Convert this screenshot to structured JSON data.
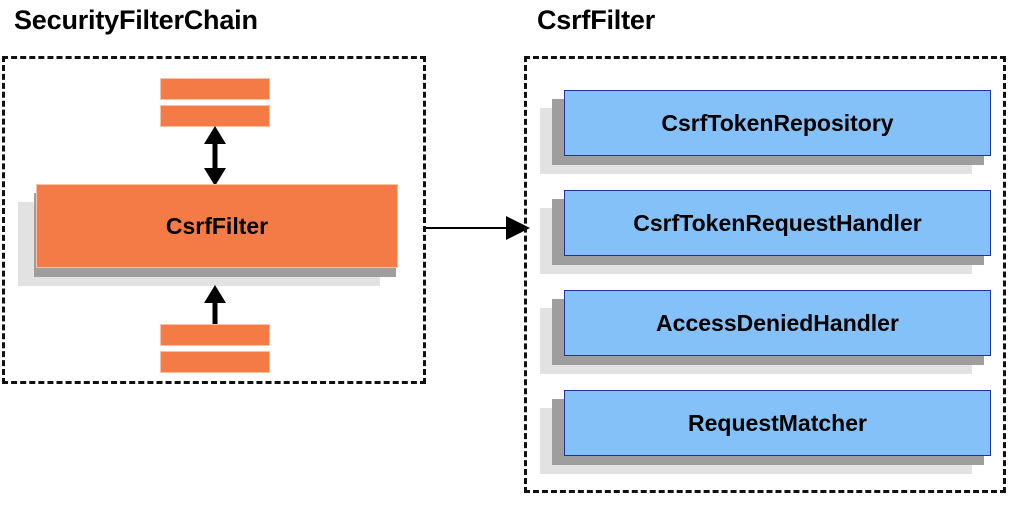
{
  "diagram": {
    "type": "component-relationship",
    "background_color": "#ffffff",
    "palette": {
      "orange_fill": "#f47b45",
      "orange_border": "#f9c0a4",
      "blue_fill": "#84c1f8",
      "blue_border": "#22339c",
      "shadow_dark": "#9e9e9e",
      "shadow_light": "#e2e2e2",
      "outline": "#111111",
      "text": "#000000"
    }
  },
  "panels": {
    "left": {
      "title": "SecurityFilterChain",
      "border_style": "dashed",
      "nodes": [
        {
          "id": "filter-above-top",
          "label": "",
          "shape": "bar",
          "color": "orange"
        },
        {
          "id": "filter-above-bottom",
          "label": "",
          "shape": "bar",
          "color": "orange"
        },
        {
          "id": "csrf-filter",
          "label": "CsrfFilter",
          "shape": "card",
          "color": "orange"
        },
        {
          "id": "filter-below-top",
          "label": "",
          "shape": "bar",
          "color": "orange"
        },
        {
          "id": "filter-below-bottom",
          "label": "",
          "shape": "bar",
          "color": "orange"
        }
      ],
      "connectors": [
        {
          "id": "link-up",
          "from": "filter-above-bottom",
          "to": "csrf-filter",
          "style": "double-arrow",
          "orientation": "vertical"
        },
        {
          "id": "link-down",
          "from": "csrf-filter",
          "to": "filter-below-top",
          "style": "double-arrow",
          "orientation": "vertical"
        }
      ]
    },
    "right": {
      "title": "CsrfFilter",
      "border_style": "dashed",
      "nodes": [
        {
          "id": "csrf-token-repository",
          "label": "CsrfTokenRepository",
          "shape": "card",
          "color": "blue"
        },
        {
          "id": "csrf-token-request-handler",
          "label": "CsrfTokenRequestHandler",
          "shape": "card",
          "color": "blue"
        },
        {
          "id": "access-denied-handler",
          "label": "AccessDeniedHandler",
          "shape": "card",
          "color": "blue"
        },
        {
          "id": "request-matcher",
          "label": "RequestMatcher",
          "shape": "card",
          "color": "blue"
        }
      ]
    }
  },
  "cross_panel_connector": {
    "id": "securityfilterchain-to-csrffilter",
    "from": "left-panel",
    "to": "right-panel",
    "style": "single-arrow",
    "orientation": "horizontal"
  }
}
